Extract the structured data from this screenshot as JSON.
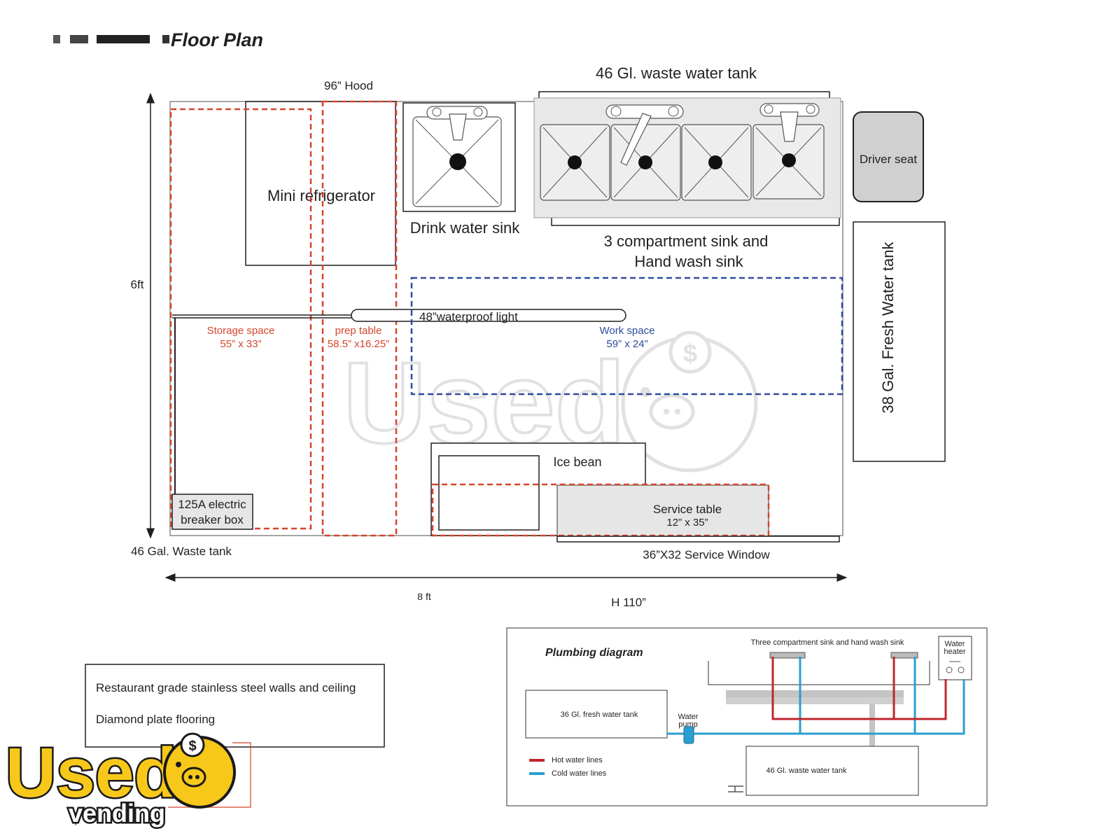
{
  "title": "Floor Plan",
  "colors": {
    "ink": "#231f20",
    "red_dash": "#d6452c",
    "blue_dash": "#2d4aa0",
    "hot_line": "#c0272d",
    "cold_line": "#2a9fd0",
    "sink_fill": "#e8e8e8",
    "seat_fill": "#d0d0d0",
    "logo_yellow": "#f7c81a"
  },
  "labels": {
    "hood": "96” Hood",
    "waste_tank_top": "46 Gl. waste water tank",
    "mini_fridge": "Mini refrigerator",
    "drink_sink": "Drink water sink",
    "comp_sink_1": "3 compartment sink and",
    "comp_sink_2": "Hand wash sink",
    "driver_seat": "Driver seat",
    "fresh_tank": "38 Gal.   Fresh Water tank",
    "height": "6ft",
    "light": "48”waterproof light",
    "storage_1": "Storage space",
    "storage_2": "55” x 33”",
    "prep_1": "prep table",
    "prep_2": "58.5” x16.25”",
    "work_1": "Work space",
    "work_2": "59” x 24”",
    "ice": "Ice bean",
    "breaker_1": "125A electric",
    "breaker_2": "breaker box",
    "service_1": "Service table",
    "service_2": "12” x 35”",
    "waste_tank_bottom": "46 Gal. Waste  tank",
    "service_window": "36”X32  Service Window",
    "width": "8 ft",
    "h_dim": "H 110”"
  },
  "features": {
    "line1": "Restaurant grade stainless steel walls and ceiling",
    "line2": "Diamond plate flooring"
  },
  "plumbing": {
    "title": "Plumbing diagram",
    "sink_label": "Three compartment sink and hand wash sink",
    "heater_1": "Water",
    "heater_2": "heater",
    "fresh_tank": "36 Gl.  fresh water tank",
    "pump_1": "Water",
    "pump_2": "pump",
    "waste_tank": "46 Gl.  waste  water tank",
    "legend_hot": "Hot  water  lines",
    "legend_cold": "Cold water lines"
  },
  "watermark": {
    "word_1": "Used",
    "word_2": "vending"
  },
  "logo": {
    "word_1": "Used",
    "word_2": "vending"
  },
  "icons": [
    "dollar-sign-icon",
    "pig-face-icon",
    "faucet-icon"
  ]
}
